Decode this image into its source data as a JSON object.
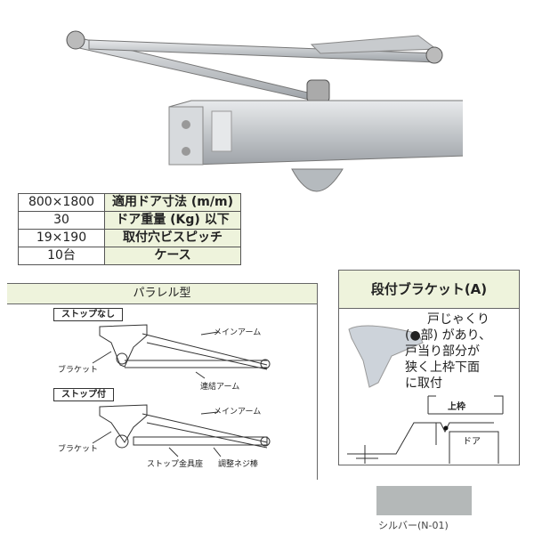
{
  "specs": [
    {
      "value": "800×1800",
      "label": "適用ドア寸法 (m/m)"
    },
    {
      "value": "30",
      "label": "ドア重量 (Kg) 以下"
    },
    {
      "value": "19×190",
      "label": "取付穴ビスピッチ"
    },
    {
      "value": "10台",
      "label": "ケース"
    }
  ],
  "parallel": {
    "title": "パラレル型",
    "no_stop": {
      "tag": "ストップなし",
      "main_arm": "メインアーム",
      "bracket": "ブラケット",
      "link_arm": "連結アーム"
    },
    "with_stop": {
      "tag": "ストップ付",
      "main_arm": "メインアーム",
      "bracket": "ブラケット",
      "stop_seat": "ストップ金具座",
      "adjust_rod": "調整ネジ棒"
    }
  },
  "step_bracket": {
    "title": "段付ブラケット(A)",
    "description": [
      "戸じゃくり",
      "(●部) があり、",
      "戸当り部分が",
      "狭く上枠下面",
      "に取付"
    ],
    "frame_label": "上枠",
    "door_label": "ドア"
  },
  "color": {
    "name": "シルバー(N-01)",
    "swatch": "#b4b8b8"
  }
}
